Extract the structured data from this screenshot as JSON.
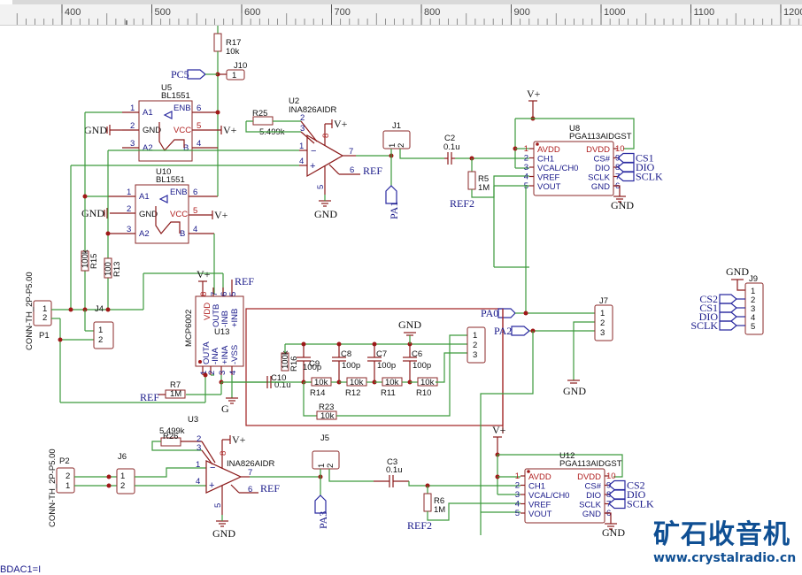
{
  "ruler": {
    "ticks": [
      "400",
      "500",
      "600",
      "700",
      "800",
      "900",
      "1000",
      "1100",
      "1200"
    ]
  },
  "power": {
    "vplus": "V+",
    "gnd": "GND",
    "g": "G",
    "ref": "REF",
    "ref2": "REF2"
  },
  "ports": {
    "pc5": "PC5",
    "pa1": "PA1",
    "pa0": "PA0",
    "pa2": "PA2",
    "pa3": "PA3",
    "cs1": "CS1",
    "cs2": "CS2",
    "dio": "DIO",
    "sclk": "SCLK"
  },
  "components": {
    "r17": {
      "ref": "R17",
      "value": "10k"
    },
    "j10": {
      "ref": "J10",
      "pin": "1"
    },
    "u5": {
      "ref": "U5",
      "part": "BL1551",
      "pins_left": [
        "A1",
        "GND",
        "A2"
      ],
      "pins_right": [
        "ENB",
        "VCC",
        "B"
      ],
      "nums_left": [
        "1",
        "2",
        "3"
      ],
      "nums_right": [
        "6",
        "5",
        "4"
      ]
    },
    "u10": {
      "ref": "U10",
      "part": "BL1551"
    },
    "r25": {
      "ref": "R25",
      "value": "5.499k"
    },
    "u2": {
      "ref": "U2",
      "part": "INA826AIDR",
      "pins": [
        "2",
        "3",
        "1",
        "4",
        "7",
        "6",
        "5",
        "8"
      ]
    },
    "j1": {
      "ref": "J1",
      "pins": [
        "1",
        "2"
      ]
    },
    "c2": {
      "ref": "C2",
      "value": "0.1u"
    },
    "r5": {
      "ref": "R5",
      "value": "1M"
    },
    "u8": {
      "ref": "U8",
      "part": "PGA113AIDGST",
      "pins_left": [
        "AVDD",
        "CH1",
        "VCAL/CH0",
        "VREF",
        "VOUT"
      ],
      "pins_right": [
        "DVDD",
        "CS#",
        "DIO",
        "SCLK",
        "GND"
      ],
      "nums_left": [
        "1",
        "2",
        "3",
        "4",
        "5"
      ],
      "nums_right": [
        "10",
        "9",
        "8",
        "7",
        "6"
      ]
    },
    "r15": {
      "ref": "R15",
      "value": "100k"
    },
    "r13": {
      "ref": "R13",
      "value": "100"
    },
    "p1": {
      "ref": "P1",
      "part": "CONN-TH_2P-P5.00",
      "pins": [
        "1",
        "2"
      ]
    },
    "j4": {
      "ref": "J4",
      "pins": [
        "1",
        "2"
      ]
    },
    "u13": {
      "ref": "U13",
      "part": "MCP6002",
      "top_pins": [
        "VDD",
        "OUTB",
        "-INB",
        "+INB"
      ],
      "bottom_pins": [
        "OUTA",
        "-INA",
        "+INA",
        "-VSS"
      ],
      "top_nums": [
        "8",
        "7",
        "6",
        "5"
      ],
      "bottom_nums": [
        "1",
        "2",
        "3",
        "4"
      ]
    },
    "r7": {
      "ref": "R7",
      "value": "1M"
    },
    "c10": {
      "ref": "C10",
      "value": "0.1u"
    },
    "r16": {
      "ref": "R16",
      "value": "100k"
    },
    "c9": {
      "ref": "C9",
      "value": "100p"
    },
    "c8": {
      "ref": "C8",
      "value": "100p"
    },
    "c7": {
      "ref": "C7",
      "value": "100p"
    },
    "c6": {
      "ref": "C6",
      "value": "100p"
    },
    "r14": {
      "ref": "R14",
      "value": "10k"
    },
    "r12": {
      "ref": "R12",
      "value": "10k"
    },
    "r11": {
      "ref": "R11",
      "value": "10k"
    },
    "r10": {
      "ref": "R10",
      "value": "10k"
    },
    "r23": {
      "ref": "R23",
      "value": "10k"
    },
    "jsel": {
      "pins": [
        "1",
        "2",
        "3"
      ]
    },
    "j7": {
      "ref": "J7",
      "pins": [
        "1",
        "2",
        "3"
      ]
    },
    "j9": {
      "ref": "J9",
      "pins": [
        "1",
        "2",
        "3",
        "4",
        "5"
      ]
    },
    "p2": {
      "ref": "P2",
      "part": "CONN-TH_2P-P5.00",
      "pins": [
        "2",
        "1"
      ]
    },
    "j6": {
      "ref": "J6",
      "pins": [
        "1",
        "2"
      ]
    },
    "r26": {
      "ref": "R26",
      "value": "5.499k"
    },
    "u3": {
      "ref": "U3",
      "part": "INA826AIDR"
    },
    "j5": {
      "ref": "J5",
      "pins": [
        "1",
        "2"
      ]
    },
    "c3": {
      "ref": "C3",
      "value": "0.1u"
    },
    "r6": {
      "ref": "R6",
      "value": "1M"
    },
    "u12": {
      "ref": "U12",
      "part": "PGA113AIDGST"
    }
  },
  "logo": {
    "title": "矿石收音机",
    "url": "www.crystalradio.cn"
  },
  "status": {
    "text": "BDAC1=I"
  }
}
